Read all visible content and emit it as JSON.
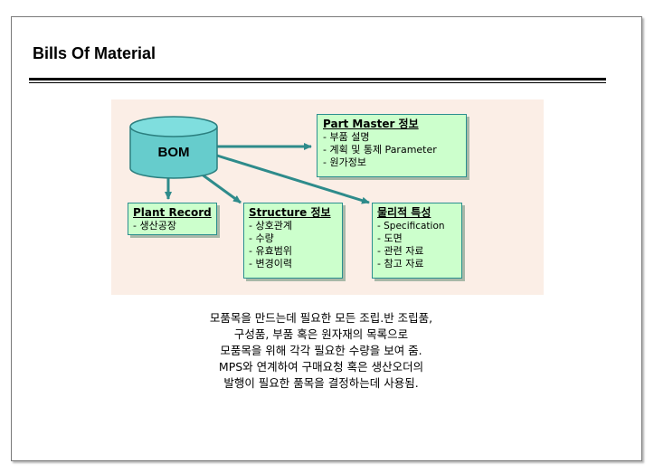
{
  "title": "Bills Of Material",
  "bom_label": "BOM",
  "part_master": {
    "heading": "Part Master 정보",
    "items": [
      "- 부품 설명",
      "- 계획 및 통제 Parameter",
      "- 원가정보"
    ]
  },
  "plant_record": {
    "heading": "Plant Record",
    "items": [
      "- 생산공장"
    ]
  },
  "structure": {
    "heading": "Structure 정보",
    "items": [
      "- 상호관계",
      "- 수량",
      "- 유효범위",
      "- 변경이력"
    ]
  },
  "physical": {
    "heading": "물리적 특성",
    "items": [
      "- Specification",
      "- 도면",
      "- 관련 자료",
      "- 참고 자료"
    ]
  },
  "description": [
    "모품목을 만드는데 필요한 모든 조립.반 조립품,",
    "구성품, 부품 혹은 원자재의 목록으로",
    "모품목을 위해 각각 필요한 수량을 보여 줌.",
    "MPS와 연계하여 구매요청 혹은 생산오더의",
    "발행이 필요한 품목을 결정하는데 사용됨."
  ],
  "colors": {
    "box_fill": "#ccffcc",
    "cylinder": "#66cccc",
    "arrow": "#2e8b8b",
    "diagram_bg": "#fbeee6"
  }
}
